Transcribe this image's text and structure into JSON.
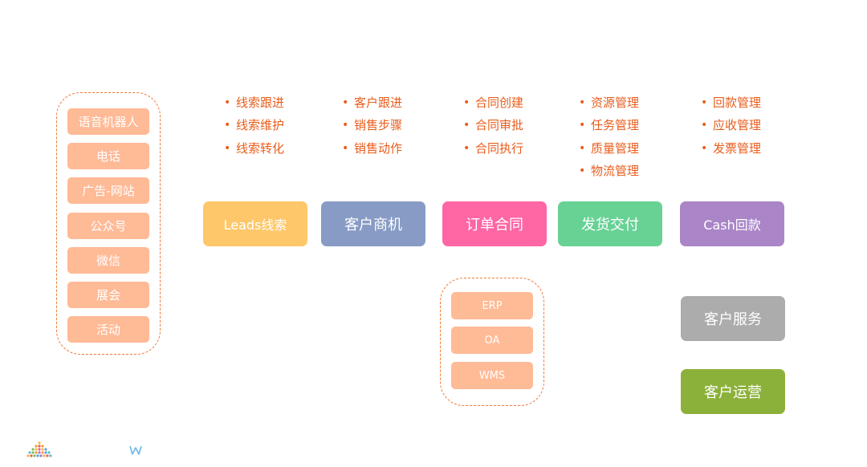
{
  "sources": [
    "语音机器人",
    "电话",
    "广告-网站",
    "公众号",
    "微信",
    "展会",
    "活动"
  ],
  "stages": [
    {
      "label": "Leads线索",
      "color": "#fec76a",
      "bullets": [
        "线索跟进",
        "线索维护",
        "线索转化"
      ]
    },
    {
      "label": "客户商机",
      "color": "#879bc5",
      "bullets": [
        "客户跟进",
        "销售步骤",
        "销售动作"
      ]
    },
    {
      "label": "订单合同",
      "color": "#fe66a4",
      "bullets": [
        "合同创建",
        "合同审批",
        "合同执行"
      ]
    },
    {
      "label": "发货交付",
      "color": "#68d295",
      "bullets": [
        "资源管理",
        "任务管理",
        "质量管理",
        "物流管理"
      ]
    },
    {
      "label": "Cash回款",
      "color": "#aa85c8",
      "bullets": [
        "回款管理",
        "应收管理",
        "发票管理"
      ]
    }
  ],
  "systems": [
    "ERP",
    "OA",
    "WMS"
  ],
  "side_boxes": [
    {
      "label": "客户服务",
      "color": "#acacac"
    },
    {
      "label": "客户运营",
      "color": "#8cb13a"
    }
  ],
  "colors": {
    "chip": "#ffba96",
    "dashed_border": "#f07a3a",
    "bullet_text": "#e85d1c"
  }
}
